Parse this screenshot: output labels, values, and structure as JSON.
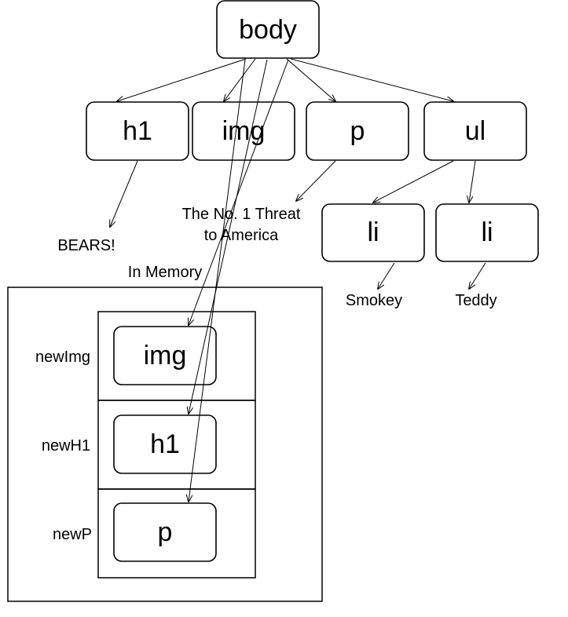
{
  "nodes": {
    "body": "body",
    "h1": "h1",
    "img": "img",
    "p": "p",
    "ul": "ul",
    "li_1": "li",
    "li_2": "li",
    "mem_img": "img",
    "mem_h1": "h1",
    "mem_p": "p"
  },
  "texts": {
    "bears": "BEARS!",
    "threat_line1": "The No. 1 Threat",
    "threat_line2": "to America",
    "smokey": "Smokey",
    "teddy": "Teddy"
  },
  "memory": {
    "title": "In Memory",
    "vars": {
      "new_img": "newImg",
      "new_h1": "newH1",
      "new_p": "newP"
    }
  }
}
